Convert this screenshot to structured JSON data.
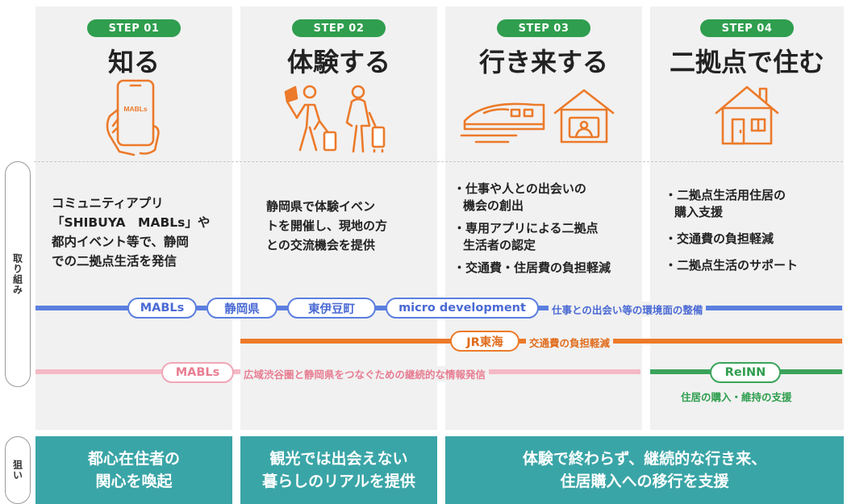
{
  "side_labels": {
    "actions": "取り組み",
    "aims": "狙い"
  },
  "steps": [
    {
      "badge": "STEP 01",
      "title": "知る",
      "icon": "smartphone-in-hand-icon",
      "phone_text": "MABLs",
      "description_lines": [
        "コミュニティアプリ",
        "「SHIBUYA　MABLs」や",
        "都内イベント等で、静岡",
        "での二拠点生活を発信"
      ]
    },
    {
      "badge": "STEP 02",
      "title": "体験する",
      "icon": "travelers-icon",
      "description_lines": [
        "静岡県で体験イベン",
        "トを開催し、現地の方",
        "との交流機会を提供"
      ]
    },
    {
      "badge": "STEP 03",
      "title": "行き来する",
      "icon": "train-and-home-office-icon",
      "bullets": [
        [
          "・仕事や人との出会いの",
          "機会の創出"
        ],
        [
          "・専用アプリによる二拠点",
          "生活者の認定"
        ],
        [
          "・交通費・住居費の負担軽減"
        ]
      ]
    },
    {
      "badge": "STEP 04",
      "title": "二拠点で住む",
      "icon": "house-icon",
      "bullets": [
        [
          "・二拠点生活用住居の",
          "購入支援"
        ],
        [
          "・交通費の負担軽減"
        ],
        [
          "・二拠点生活のサポート"
        ]
      ]
    }
  ],
  "bands": {
    "blue": {
      "color": "#5b7fe0",
      "pills": [
        "MABLs",
        "静岡県",
        "東伊豆町",
        "micro development"
      ],
      "note": "仕事との出会い等の環境面の整備"
    },
    "orange": {
      "color": "#ec7a2a",
      "pill": "JR東海",
      "note": "交通費の負担軽減"
    },
    "pink": {
      "color": "#f4b9c4",
      "text_color": "#e87d92",
      "pill": "MABLs",
      "note": "広域渋谷圏と静岡県をつなぐための継続的な情報発信"
    },
    "green": {
      "color": "#3aa35a",
      "pill": "ReINN",
      "note": "住居の購入・維持の支援"
    }
  },
  "goals": [
    [
      "都心在住者の",
      "関心を喚起"
    ],
    [
      "観光では出会えない",
      "暮らしのリアルを提供"
    ],
    [
      "体験で終わらず、継続的な行き来、",
      "住居購入への移行を支援"
    ]
  ],
  "colors": {
    "step_green": "#2f9e4e",
    "icon_orange": "#ec7a2a",
    "goal_teal": "#3aa5a7",
    "column_gray": "#f1f1f1"
  }
}
